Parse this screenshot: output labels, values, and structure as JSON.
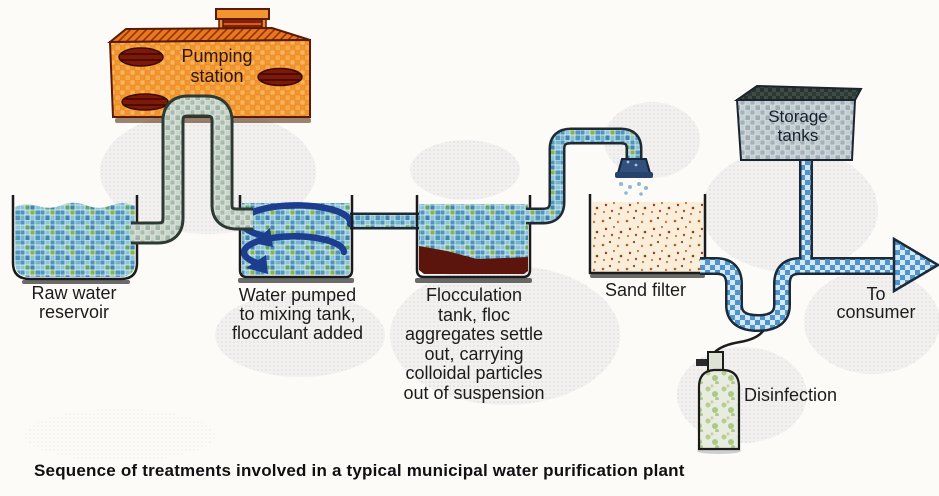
{
  "figure": {
    "caption": "Sequence of treatments involved in a typical municipal water purification plant"
  },
  "labels": {
    "pumping_station": "Pumping\nstation",
    "raw_water_reservoir": "Raw water\nreservoir",
    "mixing_tank": "Water pumped\nto mixing tank,\nflocculant added",
    "flocculation_tank": "Flocculation\ntank, floc\naggregates settle\nout, carrying\ncolloidal particles\nout of suspension",
    "sand_filter": "Sand filter",
    "storage_tanks": "Storage\ntanks",
    "disinfection": "Disinfection",
    "to_consumer": "To\nconsumer"
  },
  "flow_sequence": [
    "Raw water reservoir",
    "Pumping station",
    "Water pumped to mixing tank, flocculant added",
    "Flocculation tank",
    "Sand filter",
    "Disinfection",
    "Storage tanks",
    "To consumer"
  ],
  "colors": {
    "building_orange": "#f2952f",
    "vent_red": "#7e1808",
    "water_blue": "#4e96bb",
    "water_green": "#5fa668",
    "sludge_brown": "#5b150d",
    "sand_cream": "#f9eeda",
    "pipe_gray_green": "#cbd6cb",
    "pipe_blue": "#4f95cb",
    "swirl_navy": "#1d3e8f",
    "storage_gray": "#c5ced2",
    "cylinder_pale_green": "#e8ecdf",
    "ink": "#1c1c1c"
  }
}
